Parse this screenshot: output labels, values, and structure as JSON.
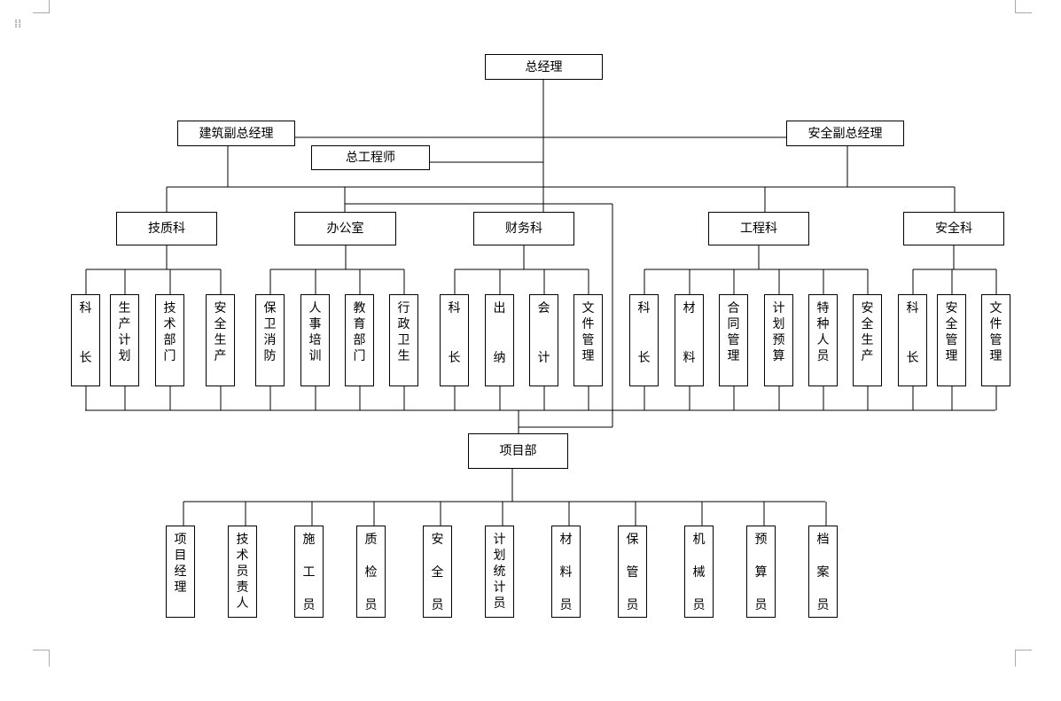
{
  "colors": {
    "line": "#000000",
    "box_border": "#000000",
    "background": "#ffffff"
  },
  "icons": {
    "drag_handle": "drag-handle-icon"
  },
  "org": {
    "gm": "总经理",
    "vp_construction": "建筑副总经理",
    "vp_safety": "安全副总经理",
    "chief_engineer": "总工程师",
    "project_dept": "项目部",
    "departments": [
      {
        "name": "技质科",
        "units": [
          "科长",
          "生产计划",
          "技术部门",
          "安全生产"
        ]
      },
      {
        "name": "办公室",
        "units": [
          "保卫消防",
          "人事培训",
          "教育部门",
          "行政卫生"
        ]
      },
      {
        "name": "财务科",
        "units": [
          "科长",
          "出纳",
          "会计",
          "文件管理"
        ]
      },
      {
        "name": "工程科",
        "units": [
          "科长",
          "材料",
          "合同管理",
          "计划预算",
          "特种人员",
          "安全生产"
        ]
      },
      {
        "name": "安全科",
        "units": [
          "科长",
          "安全管理",
          "文件管理"
        ]
      }
    ],
    "project_staff": [
      "项目经理",
      "技术员责人",
      "施工员",
      "质检员",
      "安全员",
      "计划统计员",
      "材料员",
      "保管员",
      "机械员",
      "预算员",
      "档案员"
    ]
  }
}
